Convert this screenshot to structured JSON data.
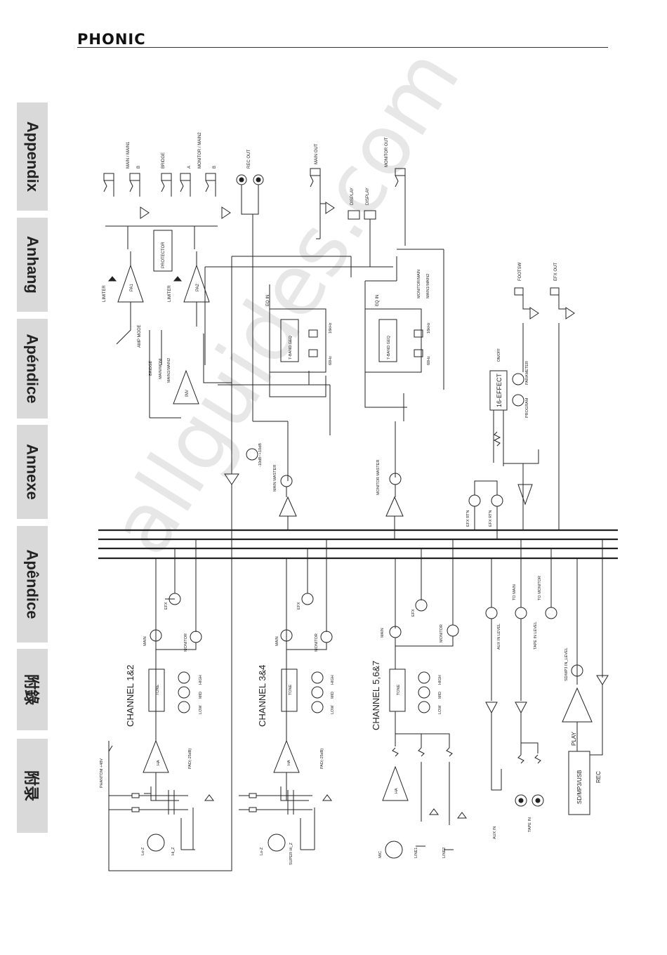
{
  "header": {
    "brand": "PHONIC"
  },
  "sidebar": {
    "tabs": [
      {
        "label": "Appendix"
      },
      {
        "label": "Anhang"
      },
      {
        "label": "Apéndice"
      },
      {
        "label": "Annexe"
      },
      {
        "label": "Apêndice"
      },
      {
        "label": "附錄"
      },
      {
        "label": "附录"
      }
    ]
  },
  "watermark": "allguides.com",
  "channels": {
    "ch12": "CHANNEL 1&2",
    "ch34": "CHANNEL 3&4",
    "ch567": "CHANNEL 5,6&7"
  },
  "labels": {
    "main_main1": "MAIN / MAIN1",
    "b": "B",
    "bridge": "BRIDGE",
    "a": "A",
    "monitor_main2": "MONITOR / MAIN2",
    "rec_out": "REC OUT",
    "main_out": "MAIN OUT",
    "monitor_out": "MONITOR OUT",
    "display": "DISPLAY",
    "protector": "PROTECTOR",
    "limiter": "LIMITER",
    "pa1": "PA1",
    "pa2": "PA2",
    "amp_mode": "AMP MODE",
    "bridge_mode": "BRIDGE",
    "main_mon": "MAIN/MONI",
    "main1_main2": "MAIN1/MAIN2",
    "inv": "INV",
    "eq_in": "EQ IN",
    "geq": "7-BAND GEQ",
    "hz60": "60Hz",
    "khz16": "16kHz",
    "monitor_main": "MONITOR/MAIN",
    "main1_main2b": "MAIN1/MAIN2",
    "footsw": "FOOTSW",
    "efx_out": "EFX OUT",
    "on_off": "ON/OFF",
    "effect": "16-EFFECT",
    "parameter": "PARAMETER",
    "program": "PROGRAM",
    "minus10": "-10dB~+10dB",
    "main_master": "MAIN MASTER",
    "monitor_master": "MONITOR MASTER",
    "efx_rtn": "EFX RTN",
    "efx": "EFX",
    "main": "MAIN",
    "monitor": "MONITOR",
    "tone": "TONE",
    "low": "LOW",
    "mid": "MID",
    "high": "HIGH",
    "ha": "HA",
    "pad": "PAD(-25dB)",
    "phantom": "PHANTOM +48V",
    "lo_z": "Lo-Z",
    "hi_z": "Hi_Z",
    "super_hi_z": "SUPER Hi_Z",
    "mic": "MIC",
    "line1": "LINE1",
    "line2": "LINE2",
    "aux_in_level": "AUX IN LEVEL",
    "to_main": "TO MAIN",
    "to_monitor": "TO MONITOR",
    "tape_in_level": "TAPE IN LEVEL",
    "sd_level": "SD/MP3 IN_LEVEL",
    "aux_in": "AUX IN",
    "tape_in": "TAPE IN",
    "sd_mp3_usb": "SD/MP3/USB",
    "play": "PLAY",
    "rec": "REC"
  },
  "colors": {
    "tab_bg": "#d9d9d9",
    "line": "#222222",
    "watermark": "#d4d4d4"
  }
}
